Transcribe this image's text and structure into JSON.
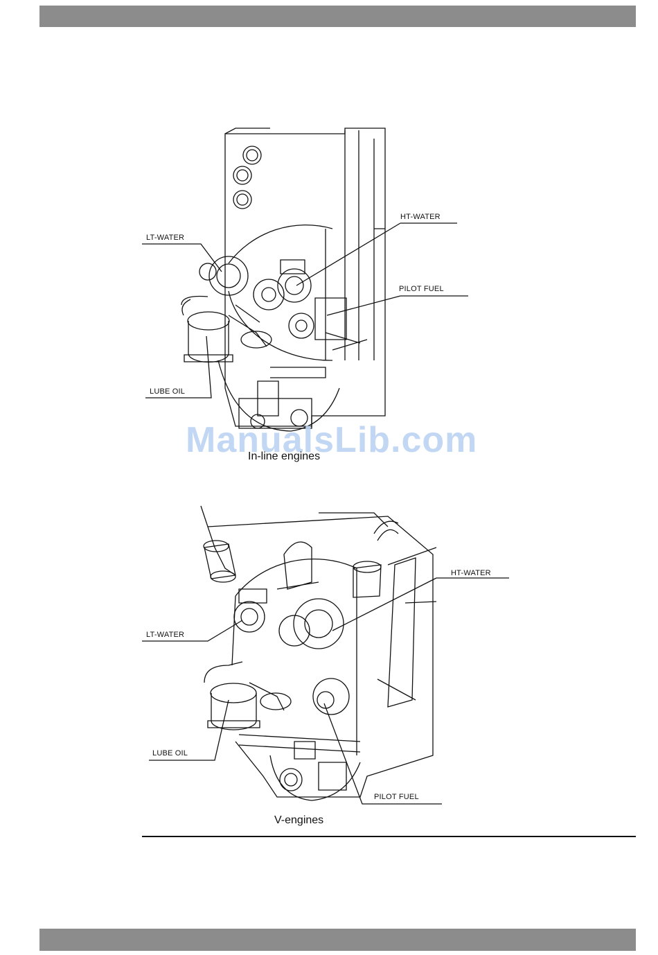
{
  "inline": {
    "labels": {
      "lt_water": "LT-WATER",
      "ht_water": "HT-WATER",
      "pilot_fuel": "PILOT FUEL",
      "lube_oil": "LUBE OIL"
    },
    "caption": "In-line engines"
  },
  "v": {
    "labels": {
      "ht_water": "HT-WATER",
      "lt_water": "LT-WATER",
      "lube_oil": "LUBE OIL",
      "pilot_fuel": "PILOT FUEL"
    },
    "caption": "V-engines"
  },
  "watermark": "ManualsLib.com",
  "colors": {
    "header_bar": "#8c8c8c",
    "watermark": "#bcd3f2",
    "line": "#111111"
  }
}
